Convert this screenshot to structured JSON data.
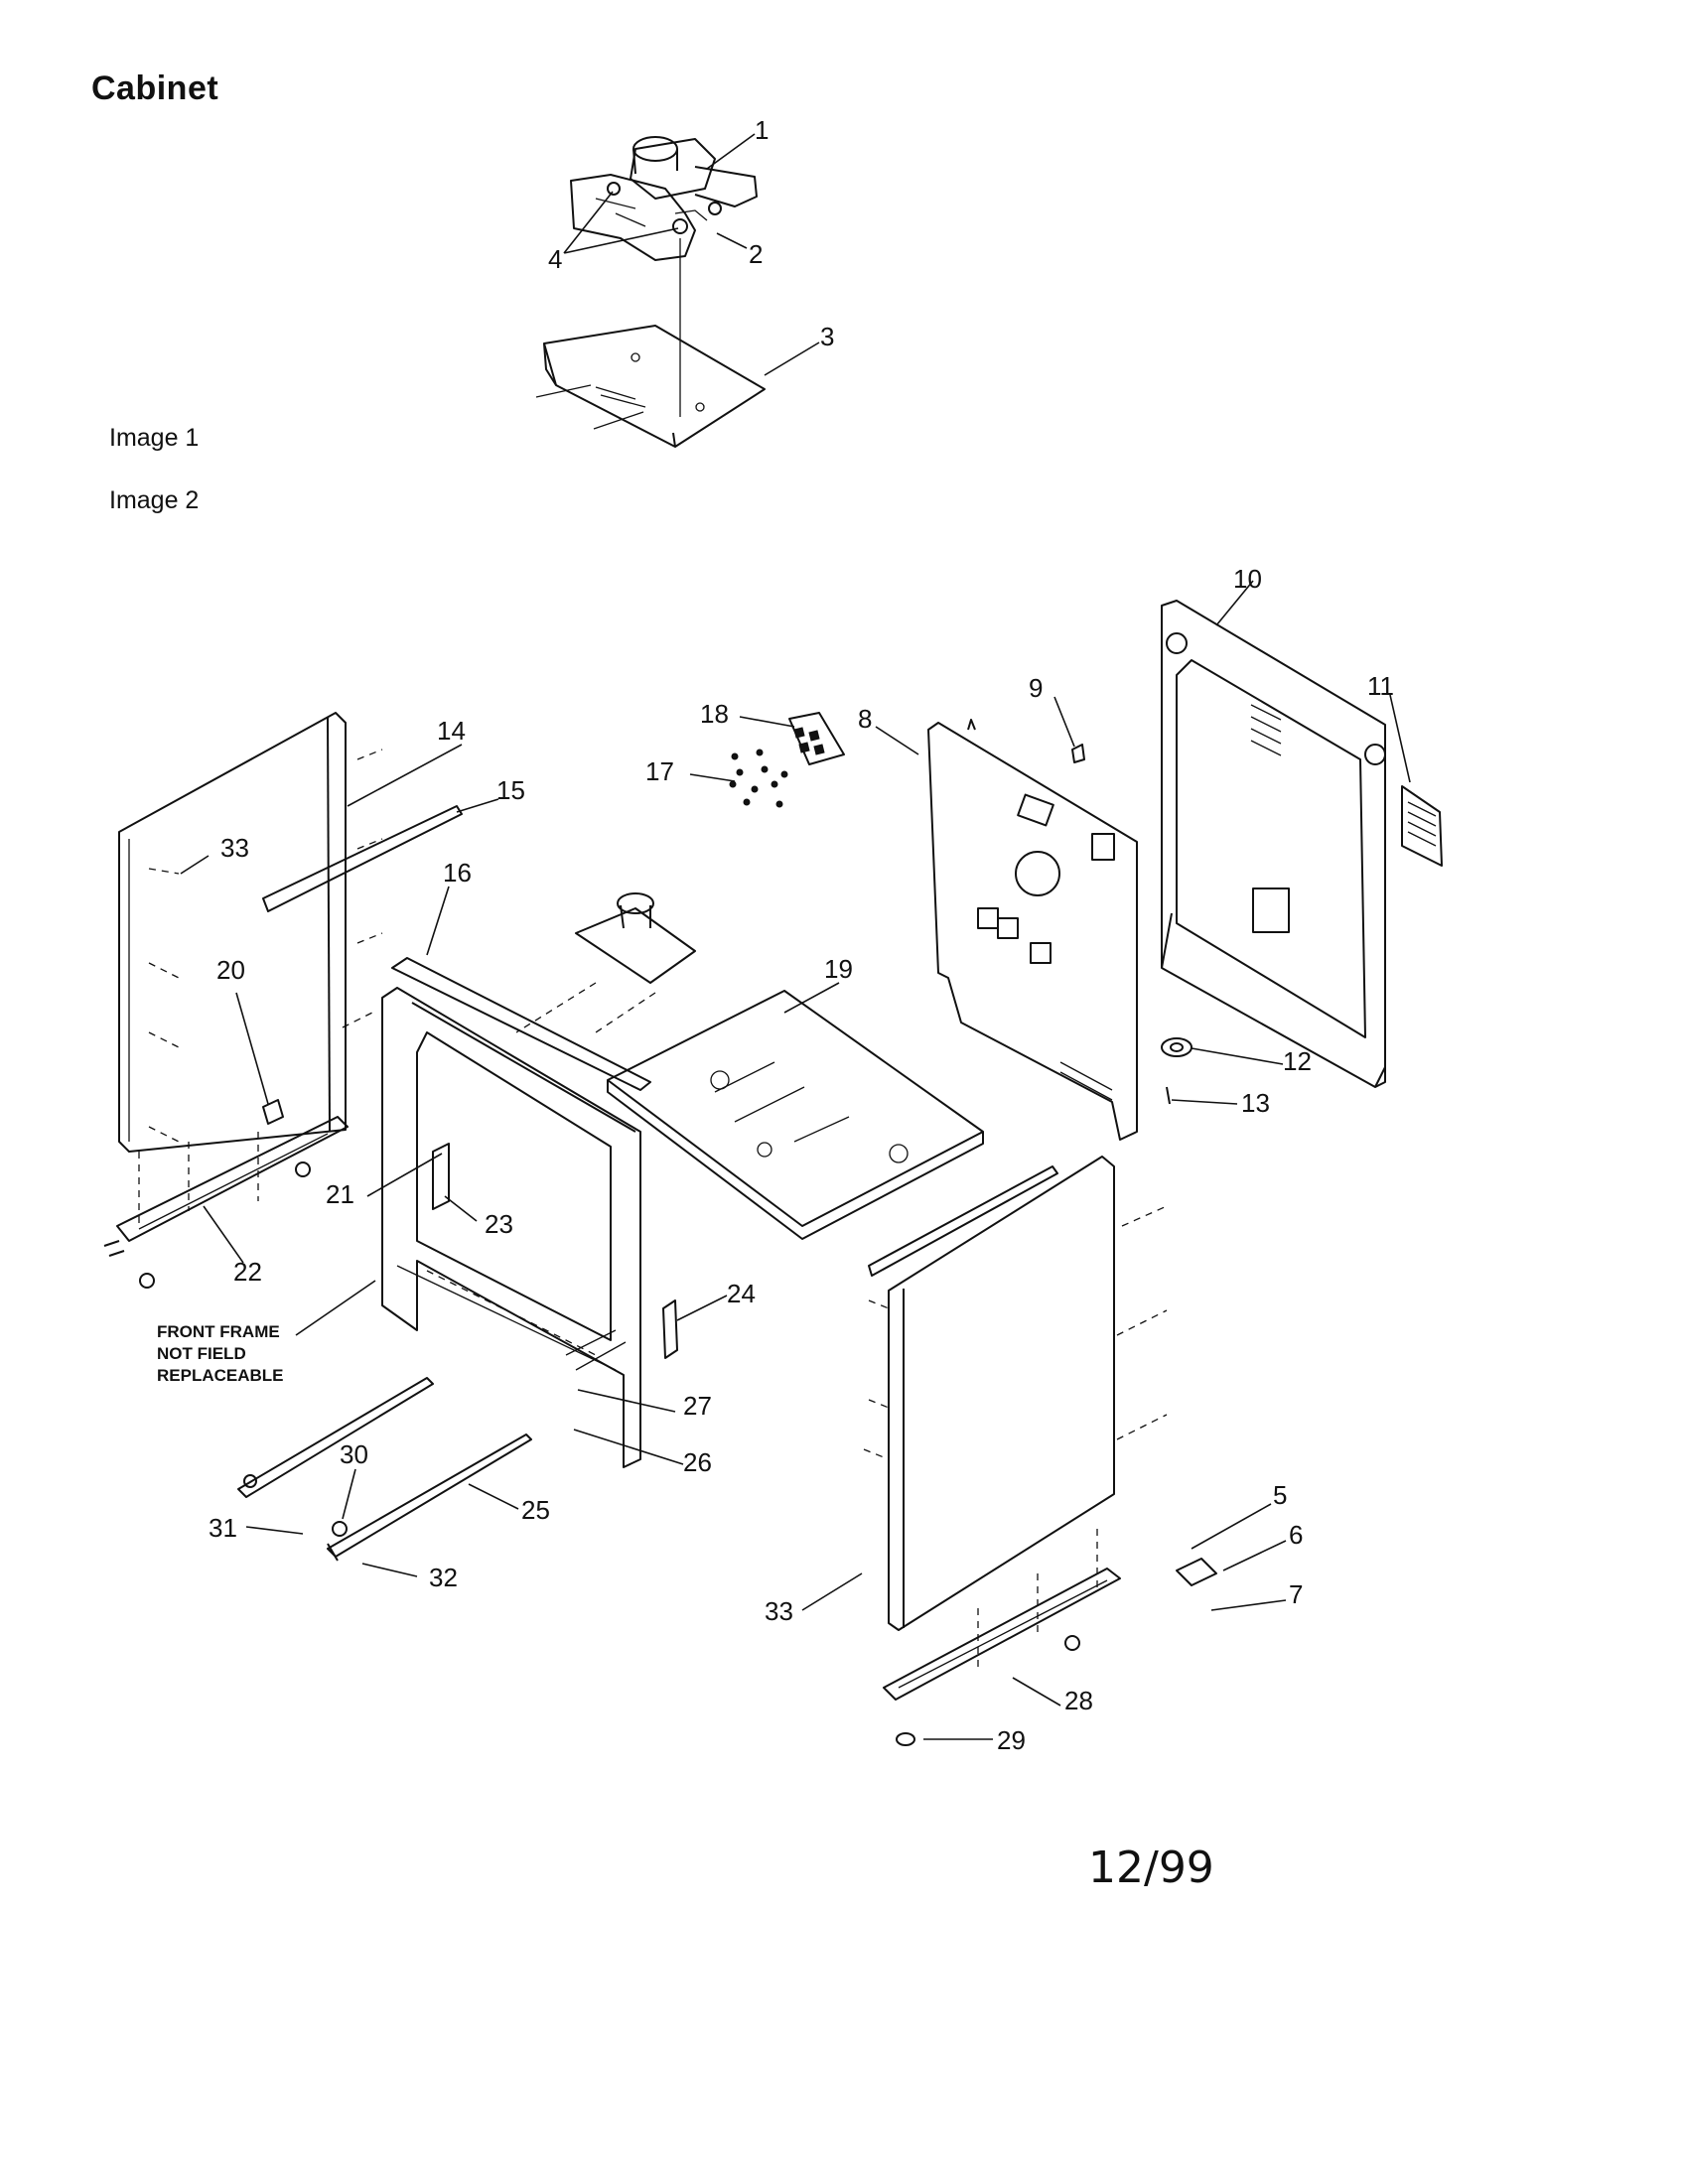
{
  "title": "Cabinet",
  "image_labels": [
    "Image 1",
    "Image 2"
  ],
  "date_stamp": "12/99",
  "front_frame_note": [
    "FRONT FRAME",
    "NOT FIELD",
    "REPLACEABLE"
  ],
  "callouts": [
    "1",
    "2",
    "3",
    "4",
    "5",
    "6",
    "7",
    "8",
    "9",
    "10",
    "11",
    "12",
    "13",
    "14",
    "15",
    "16",
    "17",
    "18",
    "19",
    "20",
    "21",
    "22",
    "23",
    "24",
    "25",
    "26",
    "27",
    "28",
    "29",
    "30",
    "31",
    "32",
    "33",
    "33"
  ]
}
